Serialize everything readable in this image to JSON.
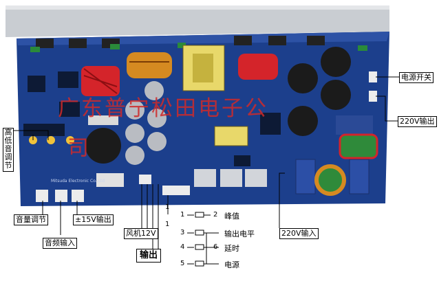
{
  "labels": {
    "power_switch": "电源开关",
    "out_220v": "220V输出",
    "in_220v": "220V输入",
    "hi_lo_adjust": "高低音调节",
    "volume": "音量调节",
    "audio_in": "音频输入",
    "pm15v_out": "±15V输出",
    "fan_12v": "风机12V",
    "output": "输出",
    "pin1_top": "1",
    "pin1_bottom": "1"
  },
  "pins": [
    {
      "left": "1",
      "right": "2",
      "desc": "峰值"
    },
    {
      "left": "3",
      "right": "",
      "desc": "输出电平"
    },
    {
      "left": "4",
      "right": "6",
      "desc": "延时"
    },
    {
      "left": "5",
      "right": "",
      "desc": "电源"
    }
  ],
  "watermark": {
    "line1": "广东普宁松田电子公",
    "line2": "司"
  },
  "board_text": {
    "brand": "Mitsuda Electronic Co.,Ltd"
  },
  "colors": {
    "pcb": "#1c3f8c",
    "heatsink": "#c9cdd2",
    "watermark": "#cf2a2a"
  }
}
